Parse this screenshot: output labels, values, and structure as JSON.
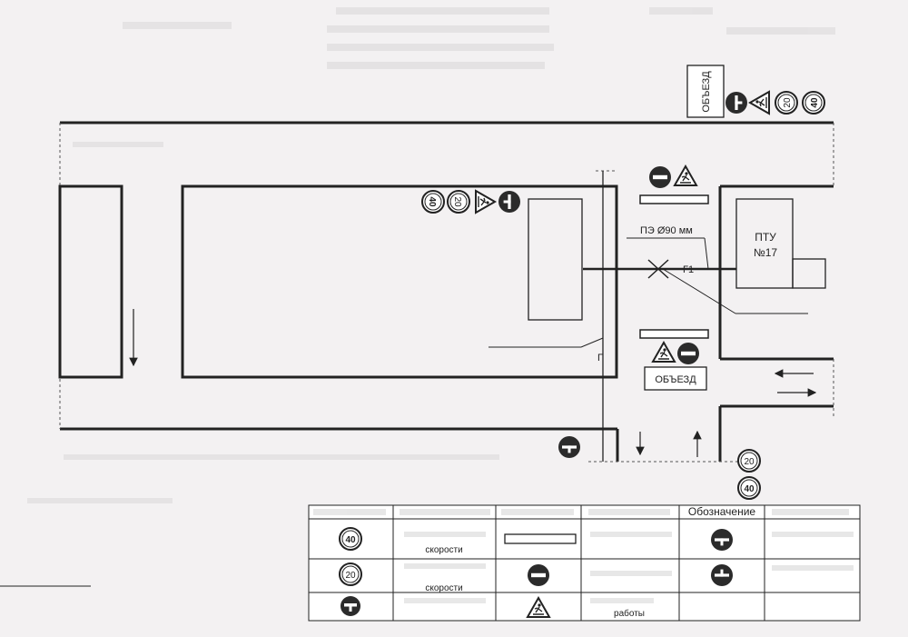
{
  "scheme": {
    "detour_label": "ОБЪЕЗД",
    "pipe_label": "ПЭ Ø90 мм",
    "node_label": "Г1",
    "node_short_label": "Г",
    "building": {
      "name": "ПТУ",
      "number": "№17"
    }
  },
  "signs": {
    "speed_40": "40",
    "speed_20": "20"
  },
  "legend": {
    "header_designation": "Обозначение",
    "row1_text": "скорости",
    "row2_text": "скорости",
    "row3_text": "работы"
  },
  "colors": {
    "line": "#222222",
    "sign_dark": "#2b2b2b",
    "paper": "#f3f1f2"
  }
}
